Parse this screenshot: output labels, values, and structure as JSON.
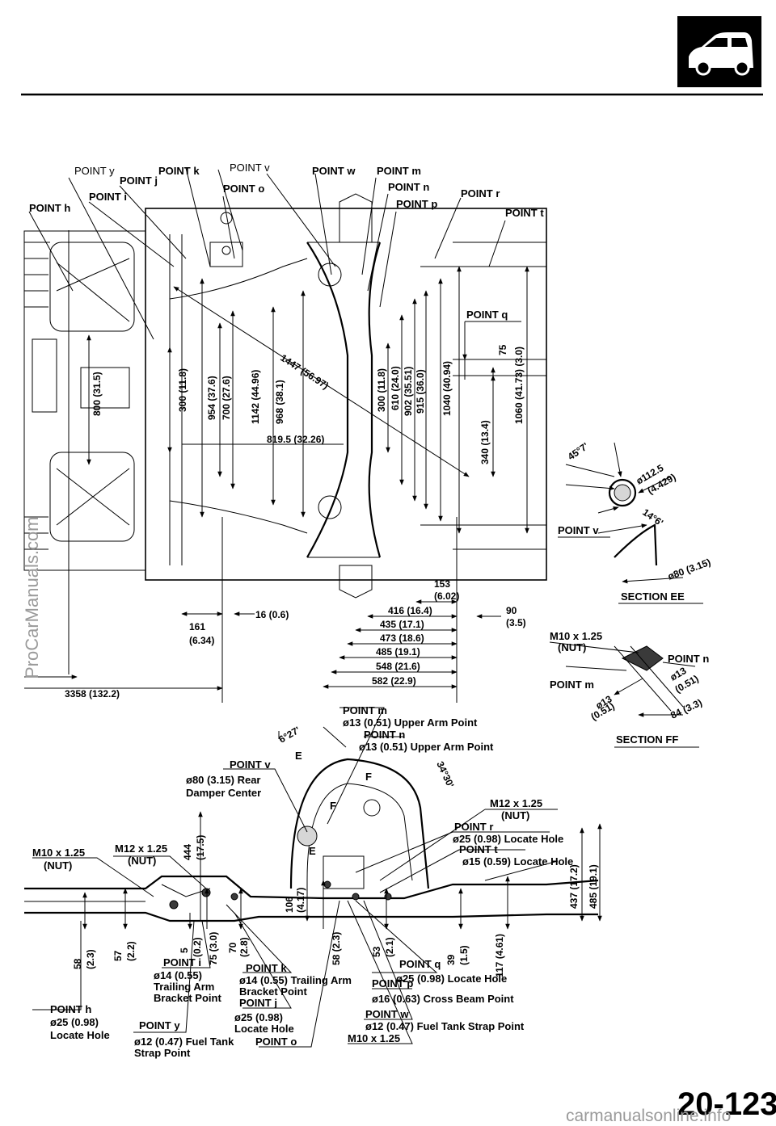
{
  "header": {
    "icon": "car-side-icon",
    "page_number": "20-123"
  },
  "watermark": {
    "side": "ProCarManuals.com",
    "bottom": "carmanualsonline.info"
  },
  "top_view": {
    "point_labels": {
      "y": "POINT y",
      "k": "POINT k",
      "v": "POINT v",
      "w": "POINT w",
      "m": "POINT m",
      "j": "POINT j",
      "o": "POINT o",
      "n": "POINT n",
      "i": "POINT i",
      "p": "POINT p",
      "r": "POINT r",
      "h": "POINT h",
      "t": "POINT t",
      "q": "POINT q"
    },
    "vertical_dims": {
      "d800": "800 (31.5)",
      "d300a": "300 (11.8)",
      "d954": "954 (37.6)",
      "d700": "700 (27.6)",
      "d1142": "1142 (44.96)",
      "d968": "968 (38.1)",
      "d300b": "300 (11.8)",
      "d610": "610 (24.0)",
      "d902": "902 (35.51)",
      "d915": "915 (36.0)",
      "d1040": "1040 (40.94)",
      "d340": "340 (13.4)",
      "d75": "75",
      "d1060": "1060 (41.73) (3.0)"
    },
    "diag_dims": {
      "d1447": "1447 (56.97)",
      "d819": "819.5 (32.26)"
    },
    "horizontal_dims": {
      "d16": "16 (0.6)",
      "d161a": "161",
      "d161b": "(6.34)",
      "d153a": "153",
      "d153b": "(6.02)",
      "d416": "416 (16.4)",
      "d435": "435 (17.1)",
      "d473": "473 (18.6)",
      "d485": "485 (19.1)",
      "d548": "548 (21.6)",
      "d582": "582 (22.9)",
      "d90a": "90",
      "d90b": "(3.5)",
      "d3358": "3358 (132.2)"
    }
  },
  "section_ee": {
    "angle_a": "45°7'",
    "dia_a": "ø112.5",
    "dia_a_in": "(4.429)",
    "angle_b": "14°6'",
    "point": "POINT v",
    "dia_b": "ø80 (3.15)",
    "title": "SECTION EE"
  },
  "section_ff": {
    "nut_a": "M10 x 1.25",
    "nut_b": "(NUT)",
    "point_n": "POINT n",
    "point_m": "POINT m",
    "dia_a": "ø13",
    "dia_a_in": "(0.51)",
    "dia_b": "ø13",
    "dia_b_in": "(0.51)",
    "dim": "84 (3.3)",
    "title": "SECTION FF"
  },
  "side_view": {
    "point_m": "POINT m",
    "upper_a": "ø13 (0.51) Upper Arm Point",
    "point_n": "POINT n",
    "upper_b": "ø13 (0.51) Upper Arm Point",
    "angle_a": "6°27'",
    "e_mark_a": "E",
    "angle_b": "34°30'",
    "point_v": "POINT v",
    "rear_damper_a": "ø80 (3.15) Rear",
    "rear_damper_b": "Damper Center",
    "f_mark_a": "F",
    "f_mark_b": "F",
    "e_mark_b": "E",
    "nut12_r_a": "M12 x 1.25",
    "nut12_r_b": "(NUT)",
    "point_r": "POINT r",
    "locate_r": "ø25 (0.98) Locate Hole",
    "point_t": "POINT t",
    "locate_t": "ø15 (0.59) Locate Hole",
    "d437": "437 (17.2)",
    "d485": "485 (19.1)",
    "nut10_a": "M10 x 1.25",
    "nut10_b": "(NUT)",
    "nut12_l_a": "M12 x 1.25",
    "nut12_l_b": "(NUT)",
    "d444": "444",
    "d444_in": "(17.5)",
    "d106": "106",
    "d106_in": "(4.17)",
    "d58a": "58",
    "d58a_in": "(2.3)",
    "d57": "57",
    "d57_in": "(2.2)",
    "d5": "5",
    "d5_in": "(0.2)",
    "d75": "75 (3.0)",
    "d70": "70",
    "d70_in": "(2.8)",
    "d58b": "58 (2.3)",
    "d53": "53",
    "d53_in": "(2.1)",
    "d39": "39",
    "d39_in": "(1.5)",
    "d117": "117 (4.61)",
    "point_i": "POINT i",
    "trail_i_a": "ø14 (0.55)",
    "trail_i_b": "Trailing Arm",
    "trail_i_c": "Bracket Point",
    "point_k": "POINT k",
    "trail_k_a": "ø14 (0.55) Trailing Arm",
    "trail_k_b": "Bracket Point",
    "point_j": "POINT j",
    "locate_j_a": "ø25 (0.98)",
    "locate_j_b": "Locate Hole",
    "point_q": "POINT q",
    "locate_q": "ø25 (0.98) Locate Hole",
    "point_p": "POINT p",
    "cross_p": "ø16 (0.63) Cross Beam Point",
    "point_w": "POINT w",
    "strap_w": "ø12 (0.47) Fuel Tank Strap Point",
    "nut_w": "M10 x 1.25",
    "point_h": "POINT h",
    "locate_h_a": "ø25 (0.98)",
    "locate_h_b": "Locate Hole",
    "point_y": "POINT y",
    "strap_y_a": "ø12 (0.47) Fuel Tank",
    "strap_y_b": "Strap Point",
    "point_o": "POINT o"
  }
}
